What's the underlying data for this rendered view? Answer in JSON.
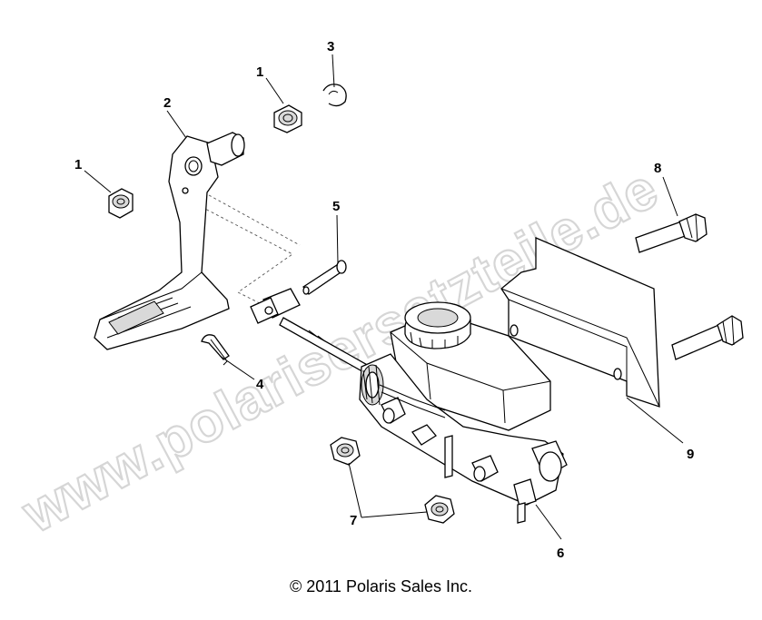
{
  "watermark": "www.polarisersatzteile.de",
  "copyright": "© 2011 Polaris Sales Inc.",
  "callouts": [
    {
      "id": "callout-1a",
      "label": "1"
    },
    {
      "id": "callout-1b",
      "label": "1"
    },
    {
      "id": "callout-2",
      "label": "2"
    },
    {
      "id": "callout-3",
      "label": "3"
    },
    {
      "id": "callout-4",
      "label": "4"
    },
    {
      "id": "callout-5",
      "label": "5"
    },
    {
      "id": "callout-6",
      "label": "6"
    },
    {
      "id": "callout-7",
      "label": "7"
    },
    {
      "id": "callout-8",
      "label": "8"
    },
    {
      "id": "callout-9",
      "label": "9"
    }
  ],
  "colors": {
    "line": "#000000",
    "watermark": "#d6d6d6",
    "background": "#ffffff"
  }
}
